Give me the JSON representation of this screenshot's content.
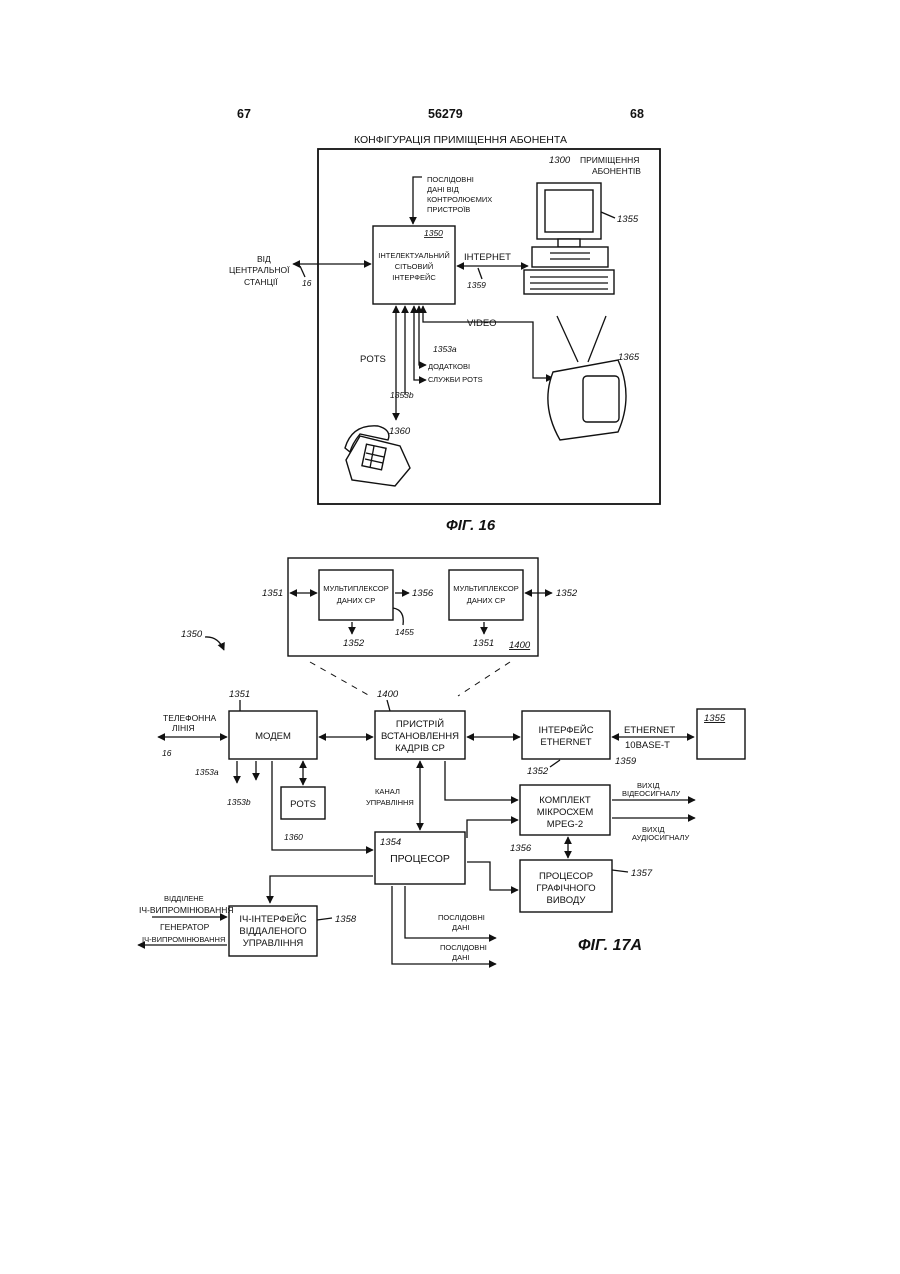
{
  "header": {
    "page_left": "67",
    "patent_number": "56279",
    "page_right": "68"
  },
  "fig16": {
    "title": "КОНФІГУРАЦІЯ ПРИМІЩЕННЯ АБОНЕНТА",
    "premises_ref": "1300",
    "premises_label_1": "ПРИМІЩЕННЯ",
    "premises_label_2": "АБОНЕНТІВ",
    "serial_1": "ПОСЛІДОВНІ",
    "serial_2": "ДАНІ ВІД",
    "serial_3": "КОНТРОЛЮЄМИХ",
    "serial_4": "ПРИСТРОЇВ",
    "nid_ref": "1350",
    "nid_1": "ІНТЕЛЕКТУАЛЬНИЙ",
    "nid_2": "СІТЬОВИЙ",
    "nid_3": "ІНТЕРФЕЙС",
    "from_1": "ВІД",
    "from_2": "ЦЕНТРАЛЬНОЇ",
    "from_3": "СТАНЦІЇ",
    "ref_16": "16",
    "internet": "ІНТЕРНЕТ",
    "ref_1359": "1359",
    "ref_1355": "1355",
    "video": "VIDEO",
    "pots": "POTS",
    "ref_1353a": "1353a",
    "extra_1": "ДОДАТКОВІ",
    "extra_2": "СЛУЖБИ POTS",
    "ref_1353b": "1353b",
    "ref_1365": "1365",
    "ref_1360": "1360",
    "caption": "ФІГ. 16"
  },
  "fig17": {
    "mux1_1": "МУЛЬТИПЛЕКСОР",
    "mux1_2": "ДАНИХ CP",
    "mux2_1": "МУЛЬТИПЛЕКСОР",
    "mux2_2": "ДАНИХ CP",
    "ref_1351_top": "1351",
    "ref_1356_top": "1356",
    "ref_1352_right": "1352",
    "ref_1352_bottom": "1352",
    "ref_1455": "1455",
    "ref_1351_bottom": "1351",
    "ref_1400_inset": "1400",
    "ref_1350": "1350",
    "ref_1351_modem": "1351",
    "ref_1400_frame": "1400",
    "phone_1": "ТЕЛЕФОННА",
    "phone_2": "ЛІНІЯ",
    "ref_16": "16",
    "modem": "МОДЕМ",
    "frame_1": "ПРИСТРІЙ",
    "frame_2": "ВСТАНОВЛЕННЯ",
    "frame_3": "КАДРІВ CP",
    "eth_if_1": "ІНТЕРФЕЙС",
    "eth_if_2": "ETHERNET",
    "ethernet": "ETHERNET",
    "base_t": "10BASE-T",
    "ref_1355": "1355",
    "ref_1359": "1359",
    "ref_1352": "1352",
    "ref_1353a": "1353a",
    "ref_1353b": "1353b",
    "pots": "POTS",
    "ctrl_1": "КАНАЛ",
    "ctrl_2": "УПРАВЛІННЯ",
    "mpeg_1": "КОМПЛЕКТ",
    "mpeg_2": "МІКРОСХЕМ",
    "mpeg_3": "MPEG-2",
    "vout_1": "ВИХІД",
    "vout_2": "ВІДЕОСИГНАЛУ",
    "aout_1": "ВИХІД",
    "aout_2": "АУДІОСИГНАЛУ",
    "ref_1360": "1360",
    "ref_1354": "1354",
    "cpu": "ПРОЦЕСОР",
    "ref_1356": "1356",
    "gfx_1": "ПРОЦЕСОР",
    "gfx_2": "ГРАФІЧНОГО",
    "gfx_3": "ВИВОДУ",
    "ref_1357": "1357",
    "ir_in_1": "ВІДДІЛЕНЕ",
    "ir_in_2": "ІЧ-ВИПРОМІНЮВАННЯ",
    "ir_out_1": "ГЕНЕРАТОР",
    "ir_out_2": "ІЧ-ВИПРОМІНЮВАННЯ",
    "ir_1": "ІЧ-ІНТЕРФЕЙС",
    "ir_2": "ВІДДАЛЕНОГО",
    "ir_3": "УПРАВЛІННЯ",
    "ref_1358": "1358",
    "ser1_1": "ПОСЛІДОВНІ",
    "ser1_2": "ДАНІ",
    "ser2_1": "ПОСЛІДОВНІ",
    "ser2_2": "ДАНІ",
    "caption": "ФІГ. 17А"
  }
}
